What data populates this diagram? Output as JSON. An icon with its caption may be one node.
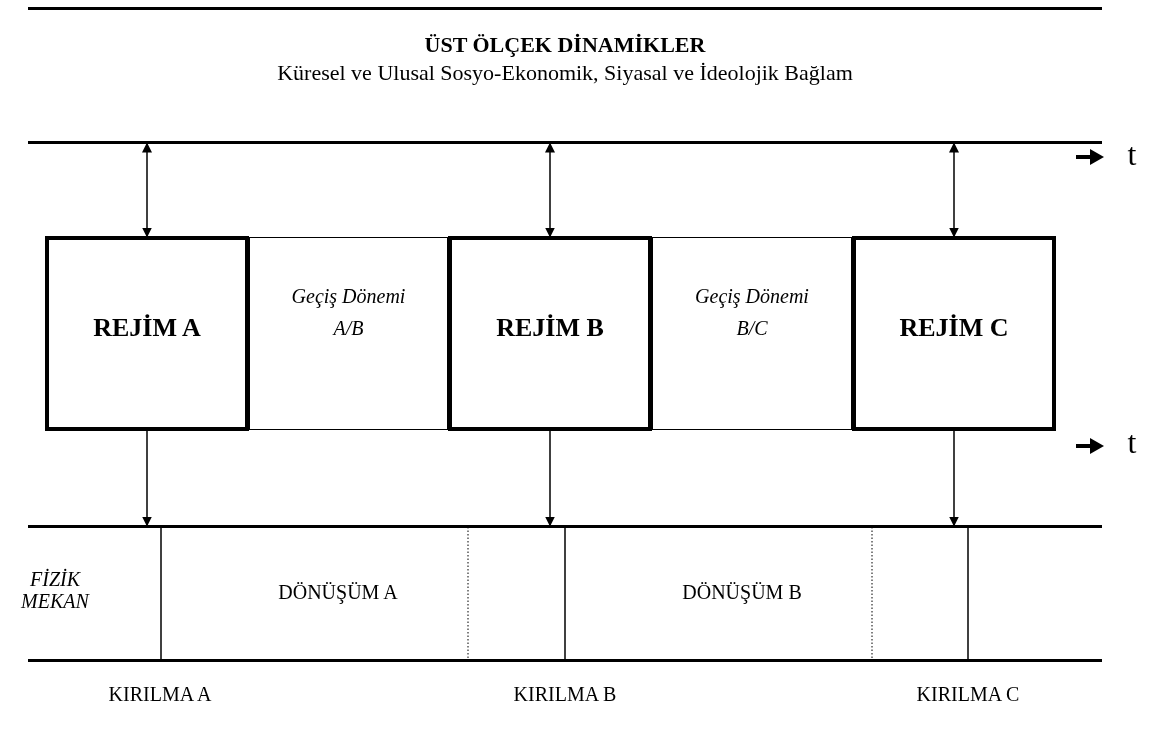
{
  "diagram": {
    "nodes": [
      {
        "text": [
          "ÜST ÖLÇEK DİNAMİKLER",
          "Küresel ve Ulusal Sosyo-Ekonomik, Siyasal ve İdeolojik Bağlam"
        ]
      },
      {
        "text": [
          "REJİM A"
        ]
      },
      {
        "text": [
          "Geçiş Dönemi A/B"
        ]
      },
      {
        "text": [
          "REJİM B"
        ]
      },
      {
        "text": [
          "Geçiş Dönemi B/C"
        ]
      },
      {
        "text": [
          "REJİM C"
        ]
      },
      {
        "text": [
          "FİZİK MEKAN",
          "DÖNÜŞÜM A",
          "DÖNÜŞÜM B"
        ]
      }
    ],
    "edges": [
      {
        "from": 0,
        "to": 1,
        "arrow": "both"
      },
      {
        "from": 0,
        "to": 3,
        "arrow": "both"
      },
      {
        "from": 0,
        "to": 5,
        "arrow": "both"
      },
      {
        "from": 1,
        "to": 6,
        "arrow": "to"
      },
      {
        "from": 3,
        "to": 6,
        "arrow": "to"
      },
      {
        "from": 5,
        "to": 6,
        "arrow": "to"
      }
    ],
    "labels": [
      "t",
      "t",
      "KIRILMA A",
      "KIRILMA B",
      "KIRILMA C"
    ]
  }
}
